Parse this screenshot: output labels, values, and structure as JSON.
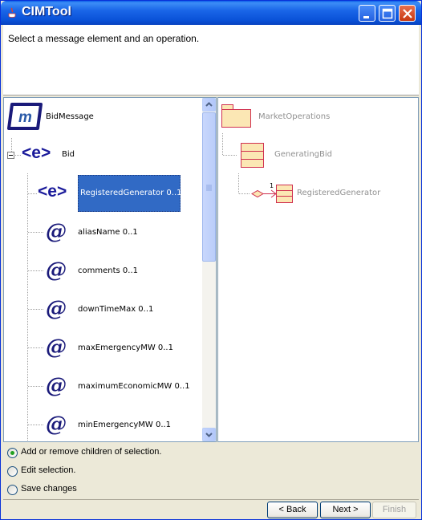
{
  "window": {
    "title": "CIMTool"
  },
  "header": {
    "instruction": "Select a message element and an operation."
  },
  "left_tree": {
    "root": {
      "label": "BidMessage",
      "icon": "message-icon"
    },
    "element": {
      "label": "Bid",
      "icon": "element-icon"
    },
    "children": [
      {
        "label": "RegisteredGenerator 0..1",
        "icon": "element-icon",
        "selected": true
      },
      {
        "label": "aliasName 0..1",
        "icon": "attribute-icon"
      },
      {
        "label": "comments 0..1",
        "icon": "attribute-icon"
      },
      {
        "label": "downTimeMax 0..1",
        "icon": "attribute-icon"
      },
      {
        "label": "maxEmergencyMW 0..1",
        "icon": "attribute-icon"
      },
      {
        "label": "maximumEconomicMW 0..1",
        "icon": "attribute-icon"
      },
      {
        "label": "minEmergencyMW 0..1",
        "icon": "attribute-icon"
      }
    ]
  },
  "right_tree": {
    "package": {
      "label": "MarketOperations",
      "icon": "package-icon"
    },
    "class": {
      "label": "GeneratingBid",
      "icon": "class-icon"
    },
    "association": {
      "label": "RegisteredGenerator",
      "multiplicity": "1",
      "icon": "association-icon"
    }
  },
  "options": {
    "add_remove": "Add or remove children of selection.",
    "edit": "Edit selection.",
    "save": "Save changes",
    "selected": "add_remove"
  },
  "buttons": {
    "back": "< Back",
    "next": "Next >",
    "finish": "Finish"
  },
  "colors": {
    "selection": "#316ac5",
    "title_bar": "#0a52d8",
    "uml_class_fill": "#fbe7b4",
    "uml_class_stroke": "#d03050"
  }
}
